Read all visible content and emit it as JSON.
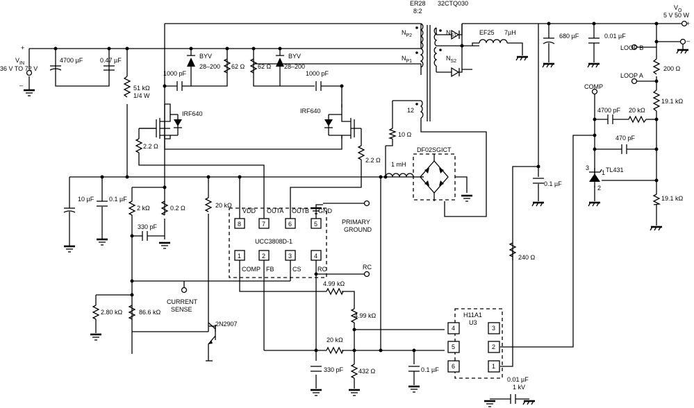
{
  "transformer": {
    "name": "ER28",
    "ratio": "8:2",
    "np2": "N",
    "np2_sub": "P2",
    "np1": "N",
    "np1_sub": "P1",
    "ns1": "N",
    "ns1_sub": "S1",
    "ns2": "N",
    "ns2_sub": "S2",
    "aux_turns": "12"
  },
  "diode_out": "32CTQ030",
  "output": {
    "label": "V",
    "label_sub": "O",
    "spec": "5 V 50 W",
    "plus": "+",
    "minus": "–"
  },
  "input": {
    "label": "V",
    "label_sub": "IN",
    "range": "36 V TO 72 V",
    "plus": "+",
    "minus": "–"
  },
  "caps": {
    "c_in_bulk": "4700 µF",
    "c_in_hf": "0.47 µF",
    "c_snub1": "1000 pF",
    "c_snub2": "1000 pF",
    "c_out1": "680 µF",
    "c_out2": "0.01 µF",
    "c_vdd1": "10 µF",
    "c_vdd2": "0.1 µF",
    "c_330_top": "330 pF",
    "c_4700p": "4700 pF",
    "c_470p": "470 pF",
    "c_0_1_mid": "0.1 µF",
    "c_330_bot": "330 pF",
    "c_0_1_bot": "0.1 µF",
    "c_y": "0.01 µF",
    "c_y_rating": "1 kV"
  },
  "resistors": {
    "r51k": "51 kΩ",
    "r51k_rating": "1/4 W",
    "r62a": "62 Ω",
    "r62b": "62 Ω",
    "r10": "10 Ω",
    "r2_2a": "2.2 Ω",
    "r2_2b": "2.2 Ω",
    "r2k": "2 kΩ",
    "r0_2": "0.2 Ω",
    "r20k_vdd": "20 kΩ",
    "r2_80k": "2.80 kΩ",
    "r86_6k": "86.6 kΩ",
    "r4_99a": "4.99 kΩ",
    "r4_99b": "4.99 kΩ",
    "r20k_bot": "20 kΩ",
    "r432": "432 Ω",
    "r240": "240 Ω",
    "r200": "200 Ω",
    "r19_1a": "19.1 kΩ",
    "r19_1b": "19.1 kΩ",
    "r20k_comp": "20 kΩ"
  },
  "inductors": {
    "l_out_core": "EF25",
    "l_out": "7µH",
    "l_in": "1 mH"
  },
  "snubber_diodes": [
    "BYV",
    "BYV"
  ],
  "snubber_diode_rating": "28–200",
  "mosfets": [
    "IRF640",
    "IRF640"
  ],
  "bridge": "DF02SGICT",
  "controller": {
    "name": "UCC3808D-1",
    "pins": [
      {
        "num": "8",
        "name": "VDD"
      },
      {
        "num": "7",
        "name": "OUTA"
      },
      {
        "num": "6",
        "name": "OUTB"
      },
      {
        "num": "5",
        "name": "GND"
      },
      {
        "num": "1",
        "name": "COMP"
      },
      {
        "num": "2",
        "name": "FB"
      },
      {
        "num": "3",
        "name": "CS"
      },
      {
        "num": "4",
        "name": "RC"
      }
    ]
  },
  "primary_ground": [
    "PRIMARY",
    "GROUND"
  ],
  "rc_label": "RC",
  "current_sense": [
    "CURRENT",
    "SENSE"
  ],
  "transistor": "2N2907",
  "optocoupler": {
    "name": "H11A1",
    "ref": "U3",
    "pins": [
      "4",
      "5",
      "6",
      "3",
      "2",
      "1"
    ]
  },
  "loops": {
    "a": "LOOP A",
    "b": "LOOP B"
  },
  "comp_label": "COMP",
  "tl431": {
    "name": "TL431",
    "pins": [
      "3",
      "1",
      "2"
    ]
  }
}
